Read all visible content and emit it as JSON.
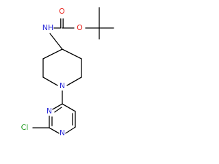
{
  "molecule": {
    "atoms": {
      "carbonyl_oxygen": "O",
      "ester_oxygen": "O",
      "amide_nitrogen": "NH",
      "piperidine_nitrogen": "N",
      "pyrimidine_n1": "N",
      "pyrimidine_n3": "N",
      "chlorine": "Cl"
    },
    "colors": {
      "bond": "#000000",
      "oxygen": "#e8231c",
      "nitrogen": "#2b2bd8",
      "chlorine": "#1f9a1f"
    }
  }
}
